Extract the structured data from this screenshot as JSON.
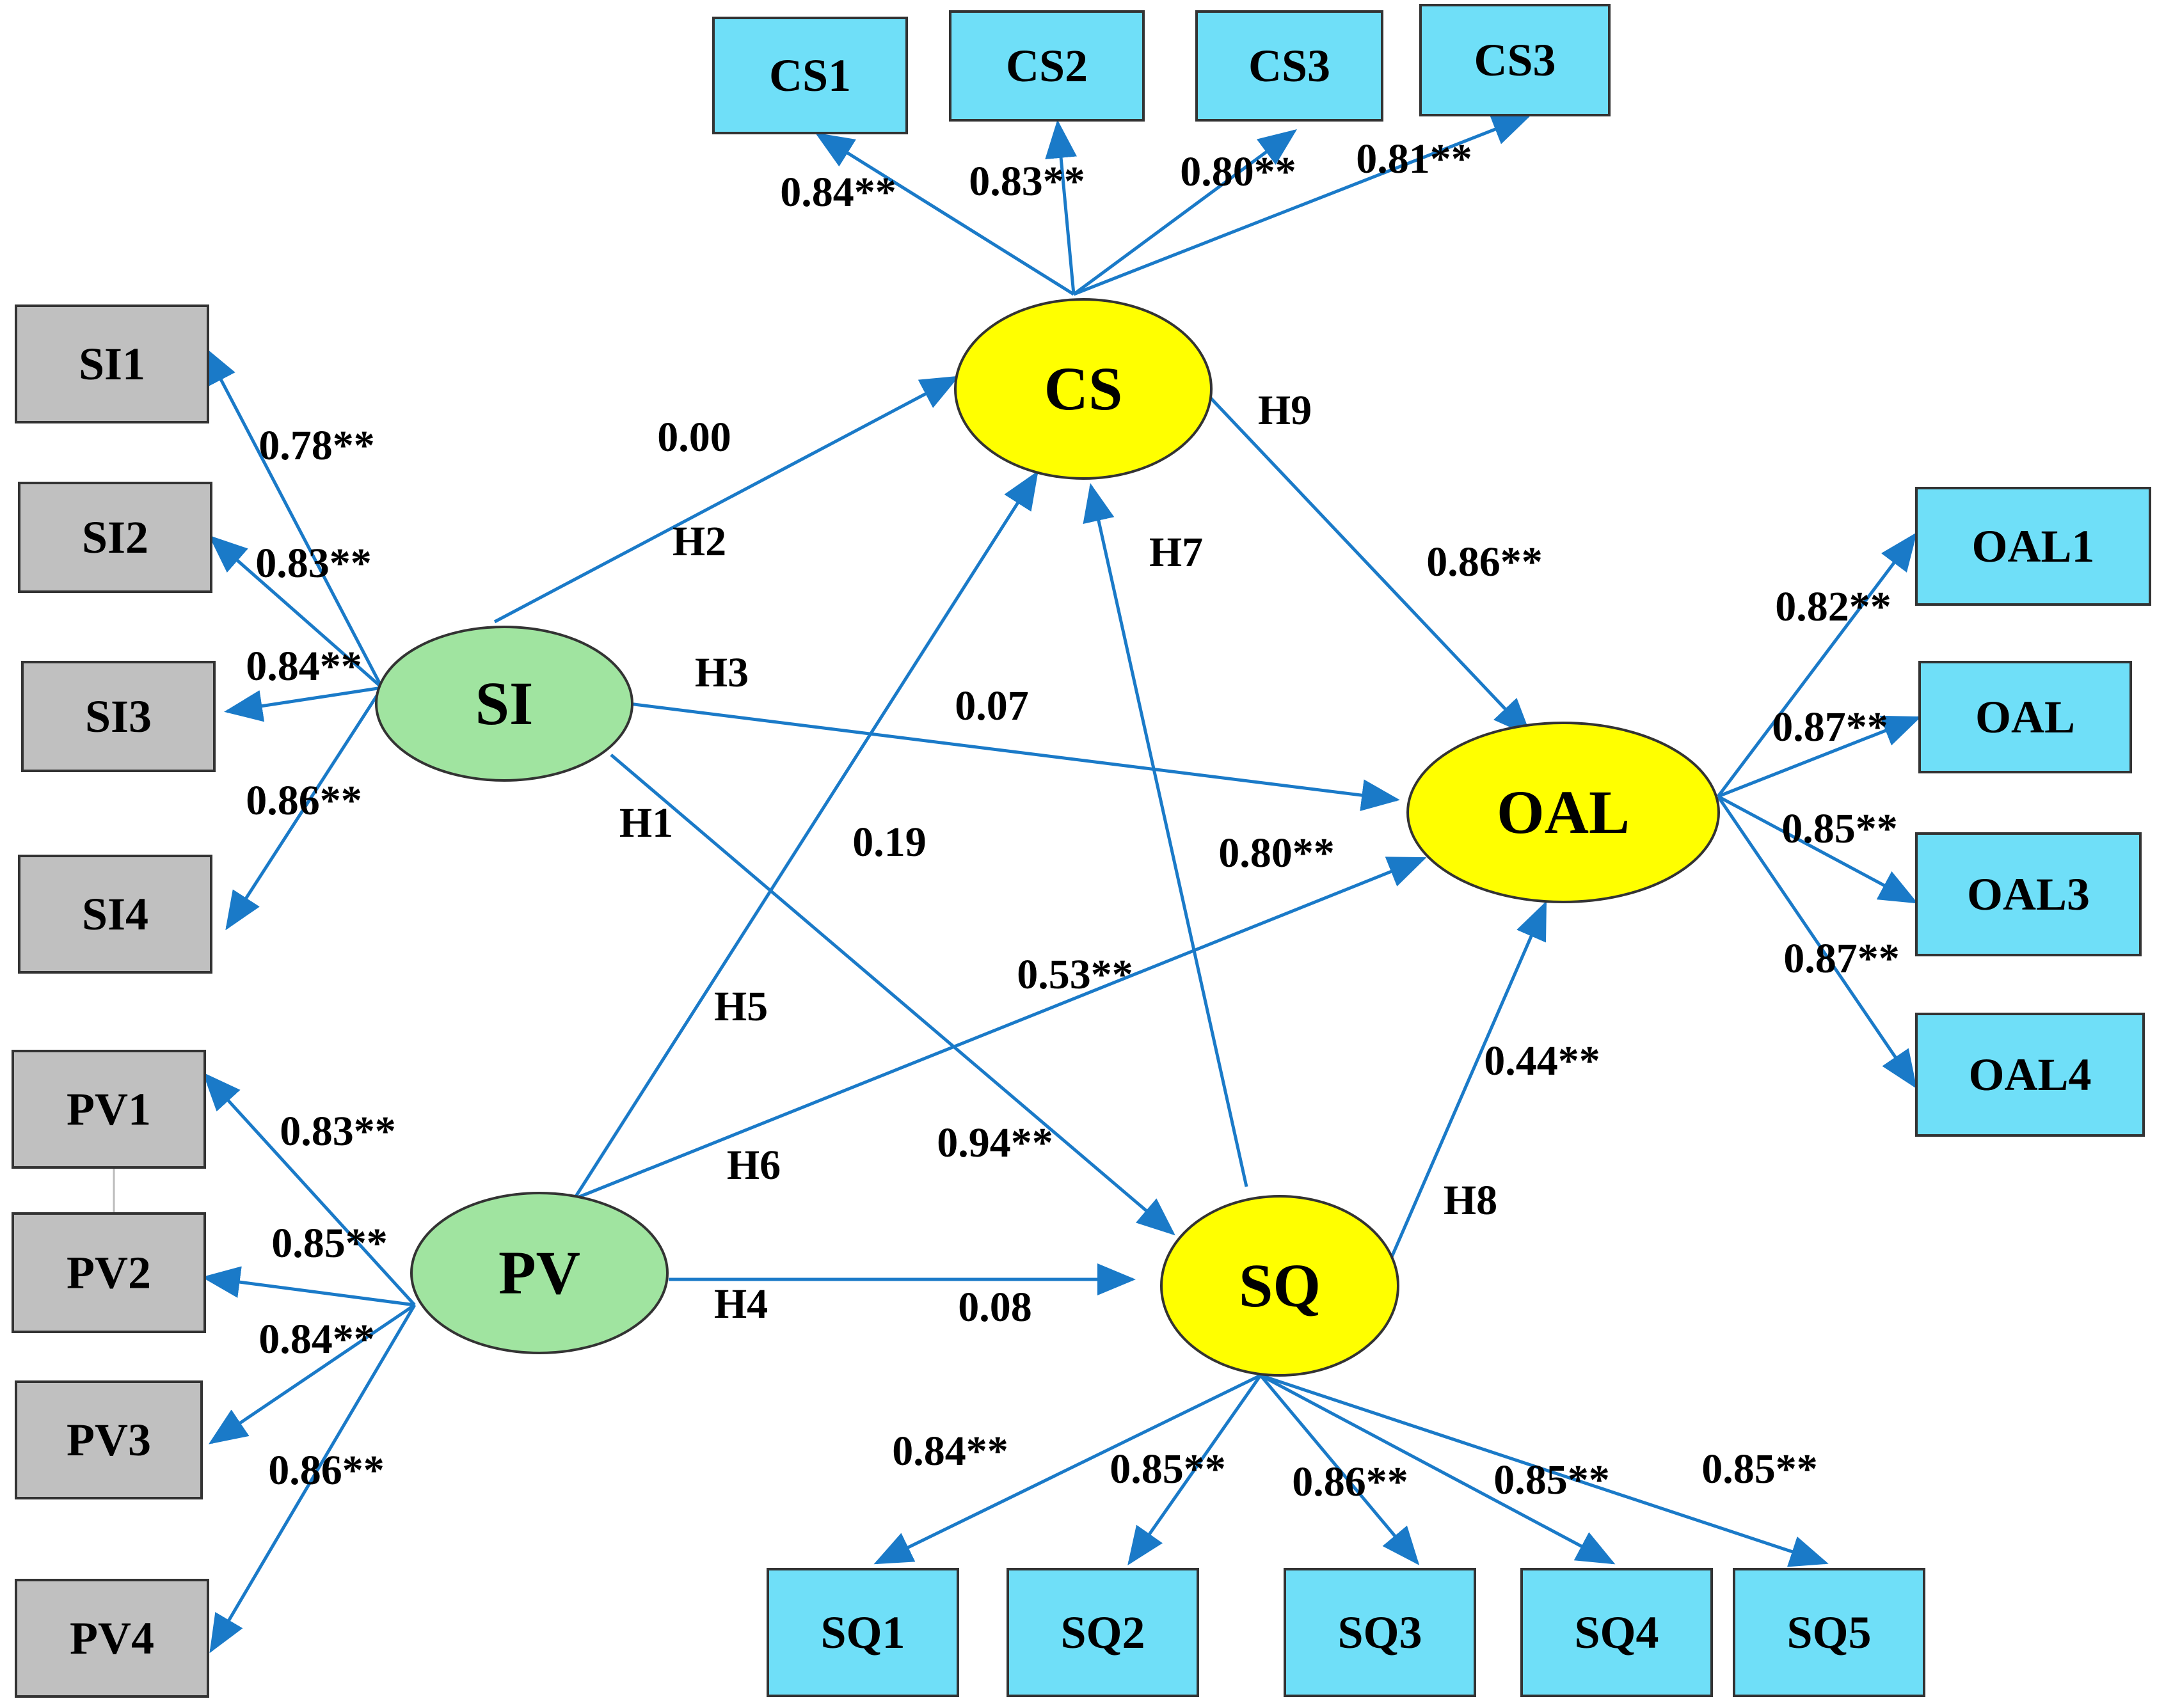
{
  "colors": {
    "arrow": "#1a7ac8",
    "exogenous_fill": "#a0e4a0",
    "endogenous_fill": "#ffff00",
    "indicator_fill": "#6fdff8",
    "exogenous_indicator_fill": "#c0c0c0",
    "text": "#000000"
  },
  "latents": [
    {
      "id": "SI",
      "label": "SI",
      "kind": "exogenous"
    },
    {
      "id": "PV",
      "label": "PV",
      "kind": "exogenous"
    },
    {
      "id": "CS",
      "label": "CS",
      "kind": "endogenous"
    },
    {
      "id": "SQ",
      "label": "SQ",
      "kind": "endogenous"
    },
    {
      "id": "OAL",
      "label": "OAL",
      "kind": "endogenous"
    }
  ],
  "indicators": [
    {
      "id": "CS1a",
      "label": "CS1",
      "latent": "CS",
      "loading": "0.84**"
    },
    {
      "id": "CS2a",
      "label": "CS2",
      "latent": "CS",
      "loading": "0.83**"
    },
    {
      "id": "CS3a",
      "label": "CS3",
      "latent": "CS",
      "loading": "0.80**"
    },
    {
      "id": "CS3b",
      "label": "CS3",
      "latent": "CS",
      "loading": "0.81**"
    },
    {
      "id": "SI1",
      "label": "SI1",
      "latent": "SI",
      "loading": "0.78**"
    },
    {
      "id": "SI2",
      "label": "SI2",
      "latent": "SI",
      "loading": "0.83**"
    },
    {
      "id": "SI3",
      "label": "SI3",
      "latent": "SI",
      "loading": "0.84**"
    },
    {
      "id": "SI4",
      "label": "SI4",
      "latent": "SI",
      "loading": "0.86**"
    },
    {
      "id": "PV1",
      "label": "PV1",
      "latent": "PV",
      "loading": "0.83**"
    },
    {
      "id": "PV2",
      "label": "PV2",
      "latent": "PV",
      "loading": "0.85**"
    },
    {
      "id": "PV3",
      "label": "PV3",
      "latent": "PV",
      "loading": "0.84**"
    },
    {
      "id": "PV4",
      "label": "PV4",
      "latent": "PV",
      "loading": "0.86**"
    },
    {
      "id": "OAL1",
      "label": "OAL1",
      "latent": "OAL",
      "loading": "0.82**"
    },
    {
      "id": "OAL2",
      "label": "OAL",
      "latent": "OAL",
      "loading": "0.87**"
    },
    {
      "id": "OAL3",
      "label": "OAL3",
      "latent": "OAL",
      "loading": "0.85**"
    },
    {
      "id": "OAL4",
      "label": "OAL4",
      "latent": "OAL",
      "loading": "0.87**"
    },
    {
      "id": "SQ1",
      "label": "SQ1",
      "latent": "SQ",
      "loading": "0.84**"
    },
    {
      "id": "SQ2",
      "label": "SQ2",
      "latent": "SQ",
      "loading": "0.85**"
    },
    {
      "id": "SQ3",
      "label": "SQ3",
      "latent": "SQ",
      "loading": "0.86**"
    },
    {
      "id": "SQ4",
      "label": "SQ4",
      "latent": "SQ",
      "loading": "0.85**"
    },
    {
      "id": "SQ5",
      "label": "SQ5",
      "latent": "SQ",
      "loading": "0.85**"
    }
  ],
  "paths": [
    {
      "id": "H1",
      "label": "H1",
      "from": "SI",
      "to": "SQ",
      "coef": "0.94**"
    },
    {
      "id": "H2",
      "label": "H2",
      "from": "SI",
      "to": "CS",
      "coef": "0.00"
    },
    {
      "id": "H3",
      "label": "H3",
      "from": "SI",
      "to": "OAL",
      "coef": "0.07"
    },
    {
      "id": "H4",
      "label": "H4",
      "from": "PV",
      "to": "SQ",
      "coef": "0.08"
    },
    {
      "id": "H5",
      "label": "H5",
      "from": "PV",
      "to": "CS",
      "coef": "0.19"
    },
    {
      "id": "H6",
      "label": "H6",
      "from": "PV",
      "to": "OAL",
      "coef": "0.53**"
    },
    {
      "id": "H7",
      "label": "H7",
      "from": "SQ",
      "to": "CS",
      "coef": "0.80**"
    },
    {
      "id": "H8",
      "label": "H8",
      "from": "SQ",
      "to": "OAL",
      "coef": "0.44**"
    },
    {
      "id": "H9",
      "label": "H9",
      "from": "CS",
      "to": "OAL",
      "coef": "0.86**"
    }
  ]
}
